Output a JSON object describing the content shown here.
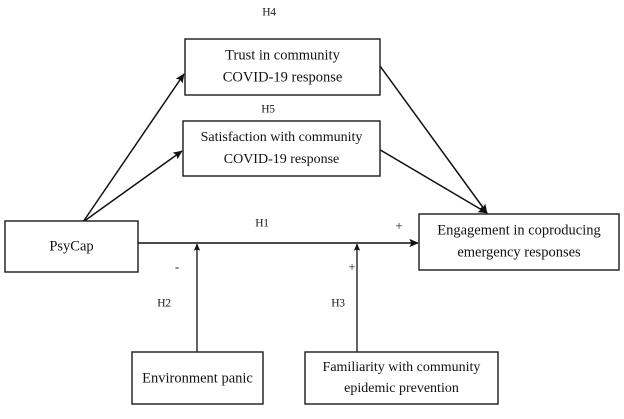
{
  "figure": {
    "type": "conceptual-research-model-diagram",
    "background_color": "#ffffff",
    "line_color": "#111111",
    "box_fill": "#ffffff"
  },
  "nodes": {
    "psycap": {
      "label": "PsyCap"
    },
    "trust": {
      "line1": "Trust in community",
      "line2": "COVID-19 response"
    },
    "satisfaction": {
      "line1": "Satisfaction with community",
      "line2": "COVID-19 response"
    },
    "engagement": {
      "line1": "Engagement in coproducing",
      "line2": "emergency responses"
    },
    "environment_panic": {
      "label": "Environment panic"
    },
    "familiarity": {
      "line1": "Familiarity with community",
      "line2": "epidemic prevention"
    }
  },
  "hypotheses": {
    "h1": "H1",
    "h2": "H2",
    "h3": "H3",
    "h4": "H4",
    "h5": "H5"
  },
  "signs": {
    "h1_to_engagement": "+",
    "environment_panic_moderation": "-",
    "familiarity_moderation": "+"
  }
}
